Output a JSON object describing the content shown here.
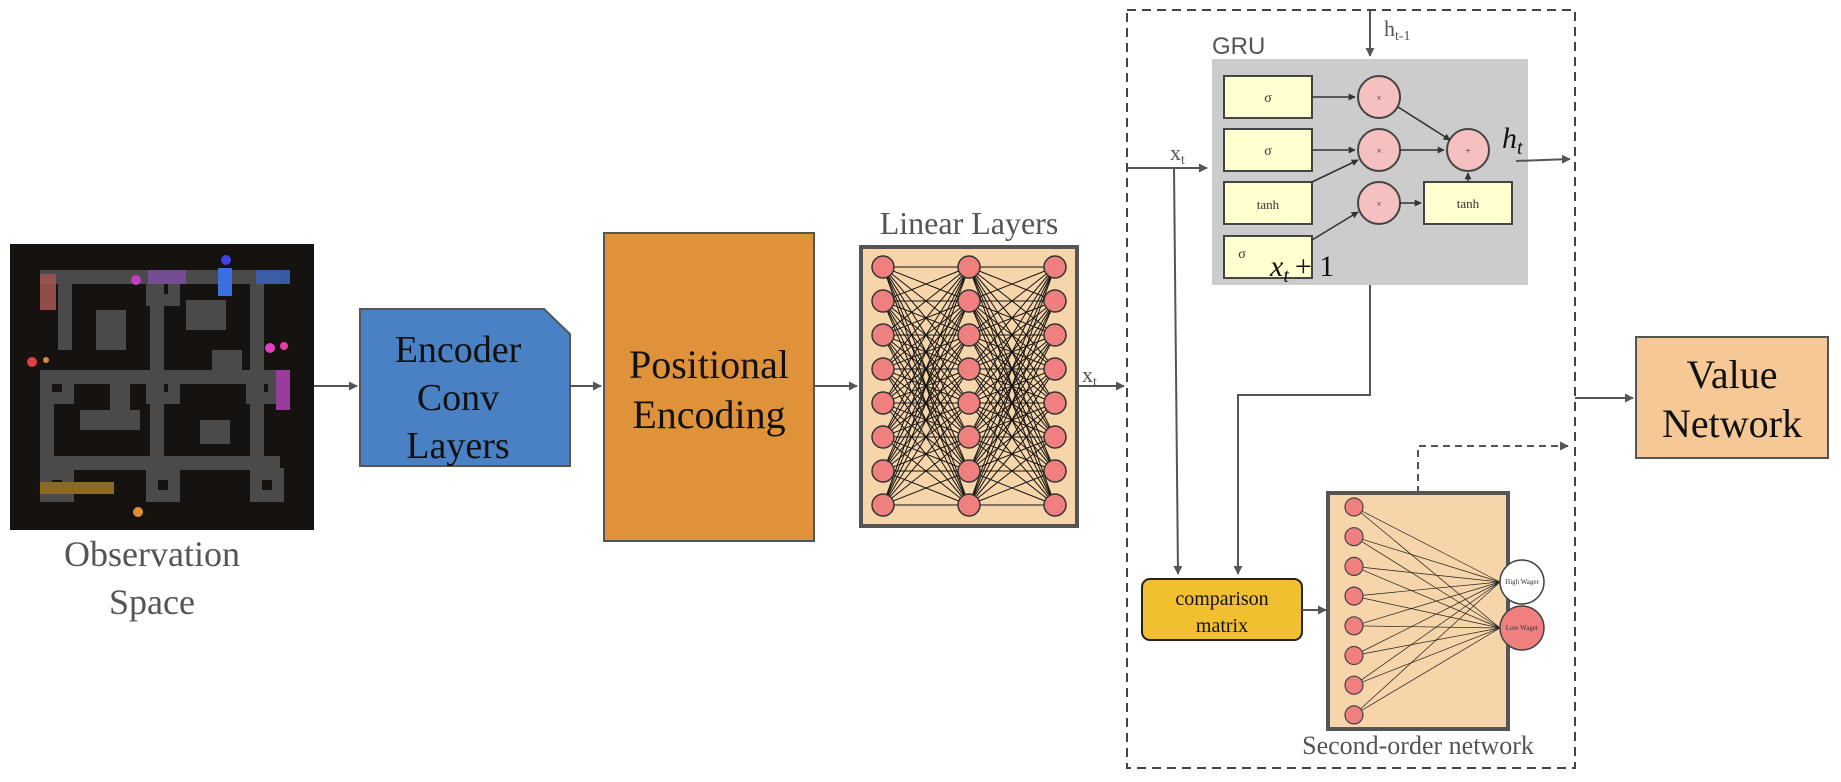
{
  "labels": {
    "observation_line1": "Observation",
    "observation_line2": "Space",
    "encoder_line1": "Encoder",
    "encoder_line2": "Conv",
    "encoder_line3": "Layers",
    "positional_line1": "Positional",
    "positional_line2": "Encoding",
    "linear_layers": "Linear Layers",
    "xt_label_1": "x",
    "xt_label_2": "x",
    "xt_subscript": "t",
    "gru": "GRU",
    "h_prev": "h",
    "h_prev_subscript": "t-1",
    "ht_main": "h",
    "ht_sub": "t",
    "gate_sigma_1": "σ",
    "gate_sigma_2": "σ",
    "gate_tanh_1": "tanh",
    "gate_sigma_3": "σ",
    "gate_tanh_out": "tanh",
    "op_times": "×",
    "op_plus": "+",
    "xt_plus_one_x": "x",
    "xt_plus_one_sub": "t",
    "xt_plus_one_rest": "+ 1",
    "comparison_line1": "comparison",
    "comparison_line2": "matrix",
    "high_wager": "High Wager",
    "low_wager": "Low Wager",
    "second_order_network": "Second-order network",
    "value_line1": "Value",
    "value_line2": "Network"
  },
  "colors": {
    "encoder_fill": "#4a80c4",
    "positional_fill": "#e0923a",
    "linear_panel_fill": "#f7d5aa",
    "node_fill": "#f08080",
    "gru_panel_fill": "#cccccc",
    "gate_fill": "#ffffd0",
    "gru_circle_fill": "#f5c0c0",
    "comparison_fill": "#f0c030",
    "value_fill": "#f5c896",
    "arrow": "#555555",
    "label_gray": "#555555"
  }
}
